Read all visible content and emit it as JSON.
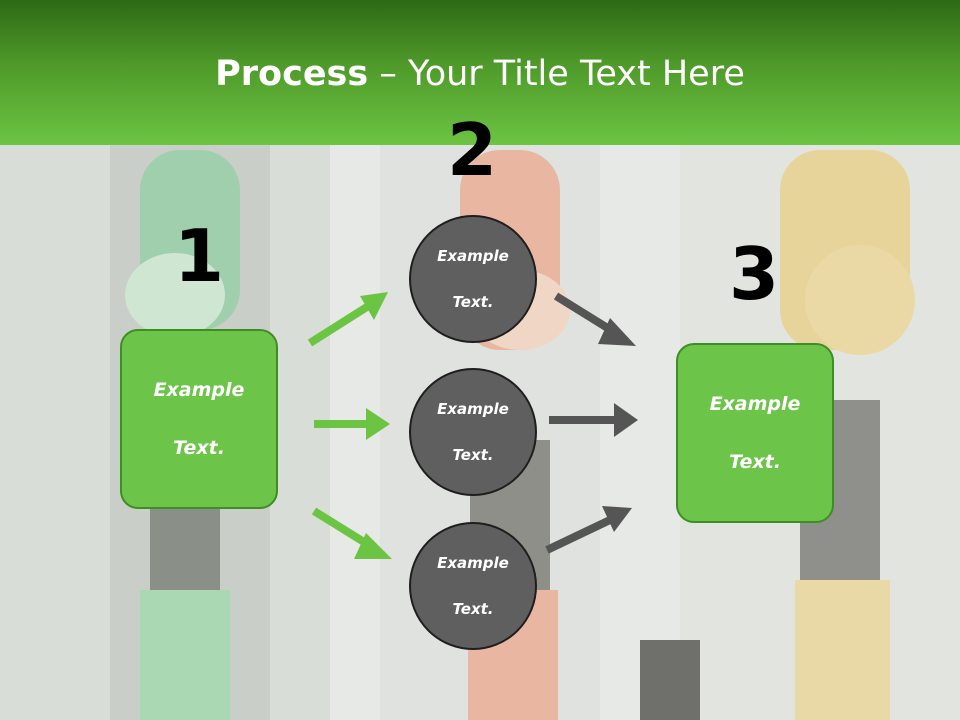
{
  "title": {
    "bold": "Process",
    "rest": " – Your Title Text Here"
  },
  "steps": {
    "num1": "1",
    "num2": "2",
    "num3": "3"
  },
  "left_box": {
    "line1": "Example",
    "line2": "Text."
  },
  "right_box": {
    "line1": "Example",
    "line2": "Text."
  },
  "circles": [
    {
      "line1": "Example",
      "line2": "Text."
    },
    {
      "line1": "Example",
      "line2": "Text."
    },
    {
      "line1": "Example",
      "line2": "Text."
    }
  ],
  "colors": {
    "header_dark": "#2e6a16",
    "header_light": "#6cc443",
    "box_fill": "#6cc449",
    "circle_fill": "#5f5f5f",
    "green_arrow": "#6cc443",
    "gray_arrow": "#555555"
  }
}
